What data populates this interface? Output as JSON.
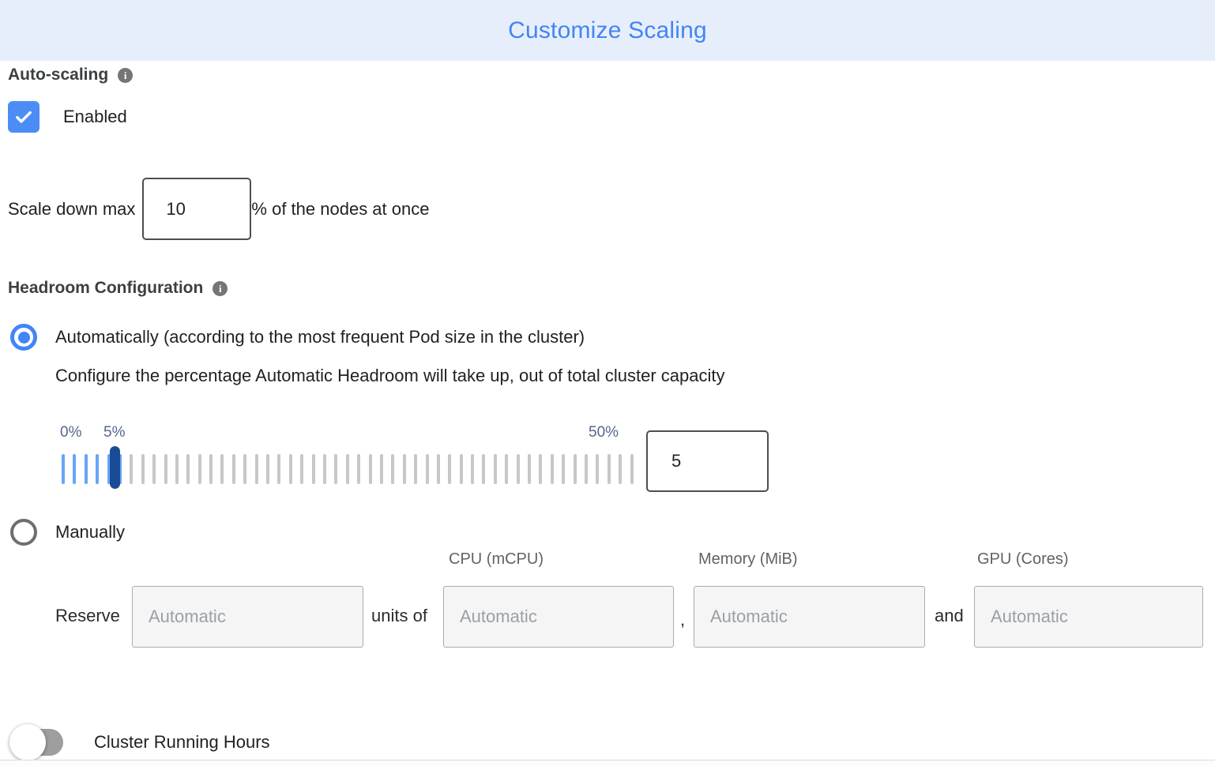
{
  "header": {
    "title": "Customize Scaling"
  },
  "autoscaling": {
    "label": "Auto-scaling",
    "enabled_label": "Enabled",
    "enabled_checked": true,
    "scale_down": {
      "prefix": "Scale down max",
      "value": "10",
      "suffix": "% of the nodes at once"
    }
  },
  "headroom": {
    "label": "Headroom Configuration",
    "automatic_option": "Automatically (according to the most frequent Pod size in the cluster)",
    "automatic_selected": true,
    "automatic_description": "Configure the percentage Automatic Headroom will take up, out of total cluster capacity",
    "slider": {
      "min": 0,
      "max": 50,
      "current": 5,
      "min_label": "0%",
      "current_label": "5%",
      "max_label": "50%",
      "value": "5"
    },
    "manual_option": "Manually",
    "manual_selected": false,
    "manual": {
      "reserve_label": "Reserve",
      "units_of_label": "units of",
      "comma": ",",
      "and_label": "and",
      "columns": [
        "CPU (mCPU)",
        "Memory (MiB)",
        "GPU (Cores)"
      ],
      "placeholders": {
        "count": "Automatic",
        "cpu": "Automatic",
        "memory": "Automatic",
        "gpu": "Automatic"
      }
    }
  },
  "cluster_running_hours": {
    "label": "Cluster Running Hours",
    "enabled": false
  },
  "colors": {
    "accent_blue": "#4285F4",
    "header_bg": "#E7EEFB",
    "checkbox_blue": "#4C8DF5",
    "tick_blue": "#68A5F7",
    "handle_navy": "#1A4C96",
    "tick_gray": "#C7C7C7"
  }
}
